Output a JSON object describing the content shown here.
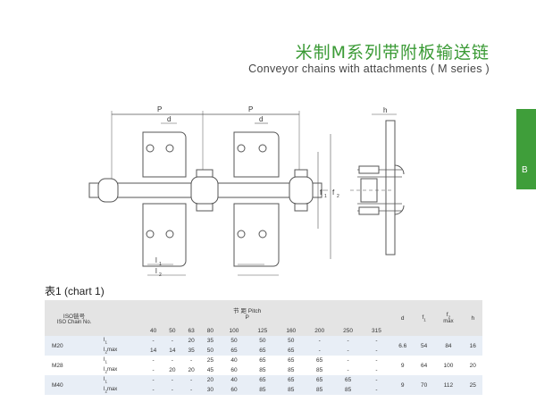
{
  "header": {
    "title_cn": "米制M系列带附板输送链",
    "title_en": "Conveyor chains with attachments ( M series )"
  },
  "side_tab": {
    "letter": "B",
    "color": "#3f9e3a"
  },
  "drawing_labels": {
    "p1": "P",
    "p2": "P",
    "d1": "d",
    "d2": "d",
    "h": "h",
    "f1": "f",
    "f1_sub": "1",
    "f2": "f",
    "f2_sub": "2",
    "l1": "l",
    "l1_sub": "1",
    "l2": "l",
    "l2_sub": "2"
  },
  "caption": "表1 (chart 1)",
  "table": {
    "iso_label_cn": "ISO链号",
    "iso_label_en": "ISO Chain No.",
    "pitch_label_cn": "节 距",
    "pitch_label_en": "Pitch",
    "pitch_symbol": "P",
    "pitches": [
      "40",
      "50",
      "63",
      "80",
      "100",
      "125",
      "160",
      "200",
      "250",
      "315"
    ],
    "col_d": "d",
    "col_f1": "f",
    "col_f1_sub": "1",
    "col_f2": "f",
    "col_f2_sub": "2",
    "col_f2_note": "max",
    "col_h": "h",
    "rows": [
      {
        "chain": "M20",
        "l1_label": "l",
        "l1_sub": "1",
        "l2_label": "l",
        "l2_sub": "2",
        "l2_note": "max",
        "l1": [
          "-",
          "-",
          "20",
          "35",
          "50",
          "50",
          "50",
          "-",
          "-",
          "-"
        ],
        "l2": [
          "14",
          "14",
          "35",
          "50",
          "65",
          "65",
          "65",
          "-",
          "-",
          "-"
        ],
        "d": "6.6",
        "f1": "54",
        "f2": "84",
        "h": "16"
      },
      {
        "chain": "M28",
        "l1_label": "l",
        "l1_sub": "1",
        "l2_label": "l",
        "l2_sub": "2",
        "l2_note": "max",
        "l1": [
          "-",
          "-",
          "-",
          "25",
          "40",
          "65",
          "65",
          "65",
          "-",
          "-"
        ],
        "l2": [
          "-",
          "20",
          "20",
          "45",
          "60",
          "85",
          "85",
          "85",
          "-",
          "-"
        ],
        "d": "9",
        "f1": "64",
        "f2": "100",
        "h": "20"
      },
      {
        "chain": "M40",
        "l1_label": "l",
        "l1_sub": "1",
        "l2_label": "l",
        "l2_sub": "2",
        "l2_note": "max",
        "l1": [
          "-",
          "-",
          "-",
          "20",
          "40",
          "65",
          "65",
          "65",
          "65",
          "-"
        ],
        "l2": [
          "-",
          "-",
          "-",
          "30",
          "60",
          "85",
          "85",
          "85",
          "85",
          "-"
        ],
        "d": "9",
        "f1": "70",
        "f2": "112",
        "h": "25"
      }
    ]
  }
}
